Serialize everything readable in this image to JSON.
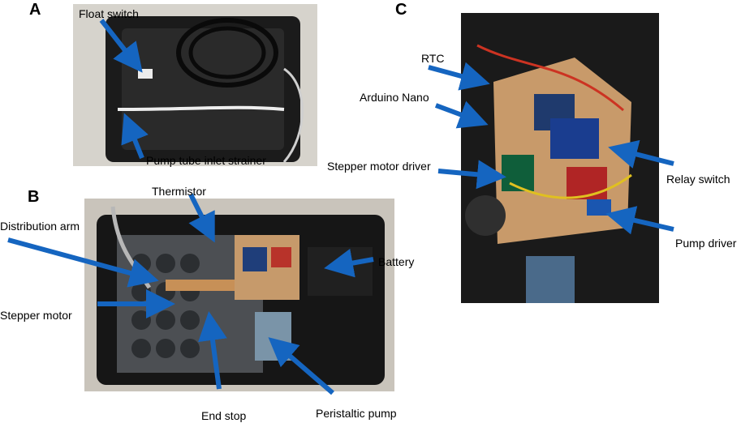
{
  "panels": {
    "a": {
      "letter": "A",
      "labels": {
        "float_switch": "Float switch",
        "strainer": "Pump tube inlet strainer"
      }
    },
    "b": {
      "letter": "B",
      "labels": {
        "thermistor": "Thermistor",
        "distribution_arm": "Distribution arm",
        "battery": "Battery",
        "stepper_motor": "Stepper motor",
        "end_stop": "End stop",
        "peristaltic_pump": "Peristaltic pump"
      }
    },
    "c": {
      "letter": "C",
      "labels": {
        "rtc": "RTC",
        "arduino_nano": "Arduino Nano",
        "stepper_driver": "Stepper motor driver",
        "relay_switch": "Relay switch",
        "pump_driver": "Pump driver"
      }
    }
  },
  "colors": {
    "arrow": "#1565c0"
  }
}
